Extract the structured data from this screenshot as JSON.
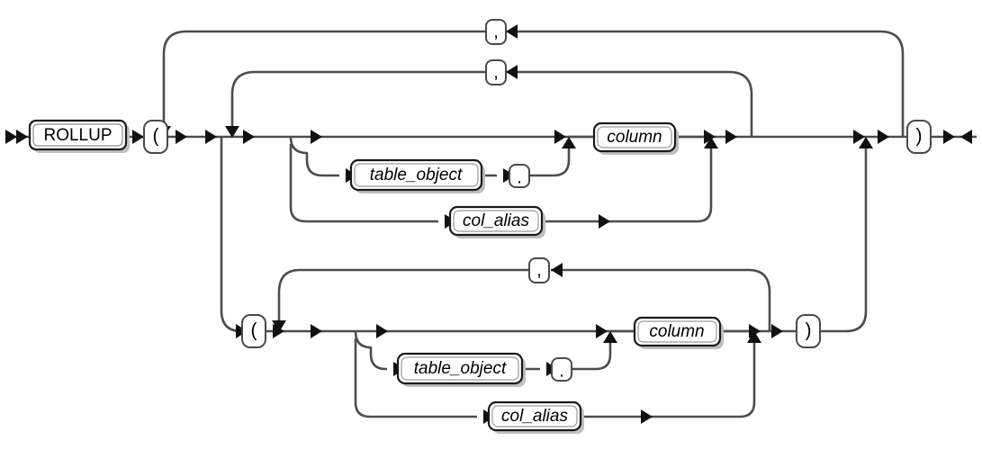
{
  "diagram": {
    "name": "ROLLUP syntax railroad diagram",
    "type": "railroad-syntax-diagram",
    "background_color": "#ffffff",
    "rail_color": "#4d4d4d",
    "box_border_color": "#1a1a1a",
    "box_fill_color": "#ffffff",
    "arrow_color": "#111111",
    "entry_label": "",
    "exit_label": ""
  },
  "nodes": {
    "keyword_rollup": "ROLLUP",
    "paren_open_outer": "(",
    "paren_close_outer": ")",
    "paren_open_inner": "(",
    "paren_close_inner": ")",
    "comma_outer": ",",
    "comma_middle": ",",
    "comma_inner": ",",
    "dot_top": ".",
    "dot_bottom": ".",
    "column_top": "column",
    "column_bottom": "column",
    "table_object_top": "table_object",
    "table_object_bottom": "table_object",
    "col_alias_top": "col_alias",
    "col_alias_bottom": "col_alias"
  },
  "grammar": {
    "rule_name": "ROLLUP",
    "production": "ROLLUP ( { [ table_object . ] column | col_alias } [ , ... ] | ( { [ table_object . ] column | col_alias } [ , ... ] ) [ , ... ] )",
    "terminals": [
      "ROLLUP",
      "(",
      ")",
      ",",
      "."
    ],
    "nonterminals": [
      "table_object",
      "column",
      "col_alias"
    ]
  }
}
